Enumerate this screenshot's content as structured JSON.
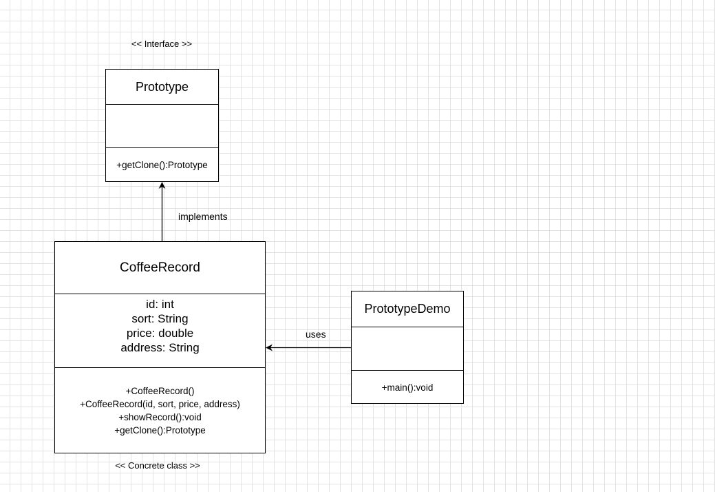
{
  "interface_stereotype": "<< Interface >>",
  "concrete_stereotype": "<< Concrete class >>",
  "prototype_class": {
    "name": "Prototype",
    "attributes": [],
    "methods": [
      "+getClone():Prototype"
    ]
  },
  "coffee_record_class": {
    "name": "CoffeeRecord",
    "attributes": [
      "id: int",
      "sort: String",
      "price: double",
      "address: String"
    ],
    "methods": [
      "+CoffeeRecord()",
      "+CoffeeRecord(id, sort, price, address)",
      "+showRecord():void",
      "+getClone():Prototype"
    ]
  },
  "prototype_demo_class": {
    "name": "PrototypeDemo",
    "attributes": [],
    "methods": [
      "+main():void"
    ]
  },
  "relations": {
    "implements_label": "implements",
    "uses_label": "uses"
  }
}
